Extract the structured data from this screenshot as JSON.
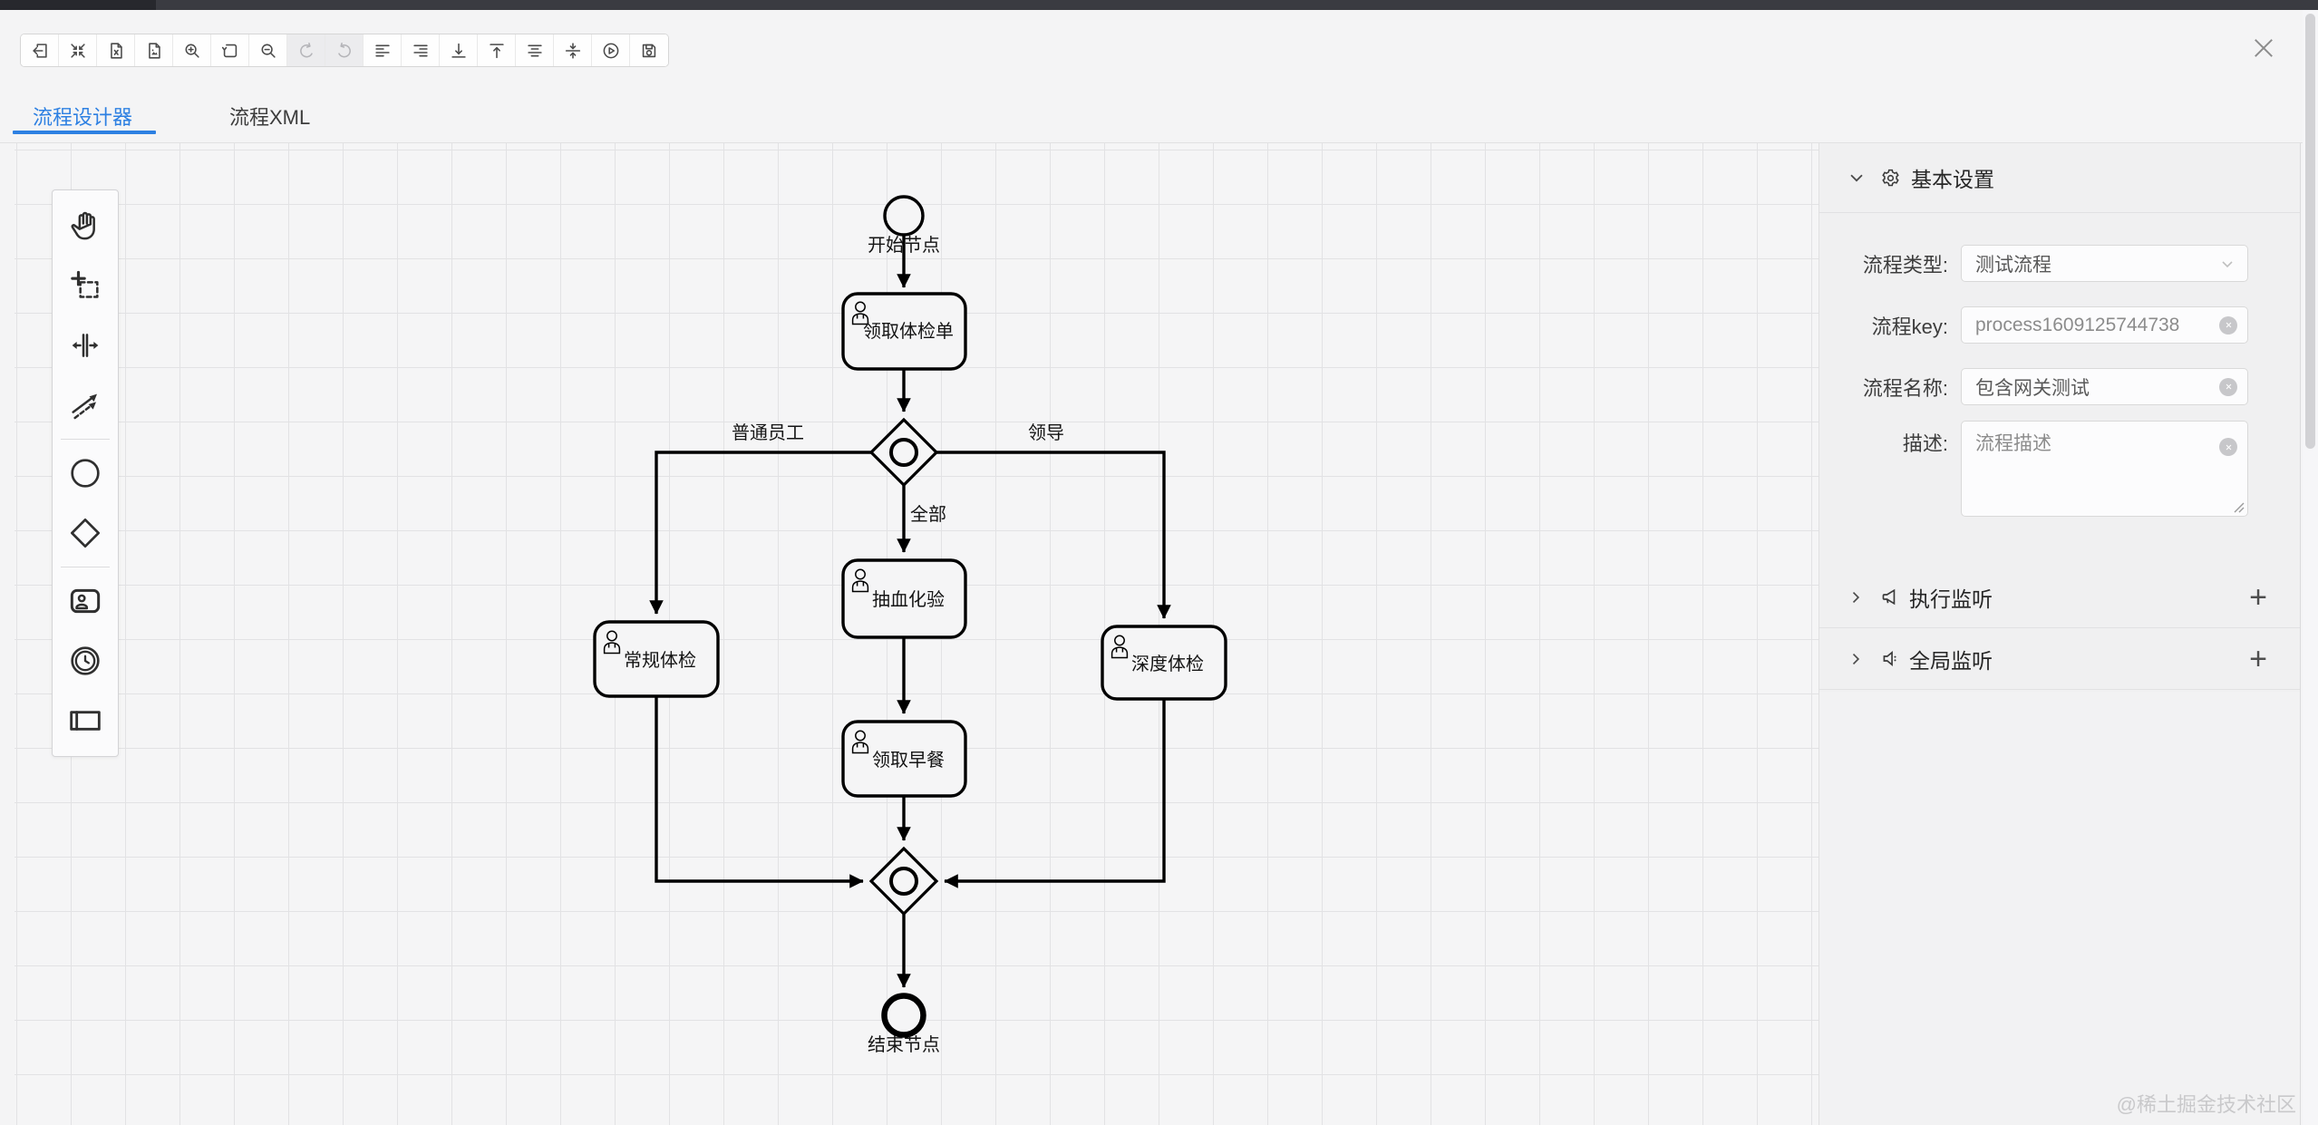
{
  "tabs": [
    {
      "label": "流程设计器",
      "active": true
    },
    {
      "label": "流程XML",
      "active": false
    }
  ],
  "toolbar": {
    "buttons": [
      "open-file",
      "fit-viewport",
      "download-xml",
      "download-image",
      "zoom-in",
      "reset-zoom",
      "zoom-out",
      "undo",
      "redo",
      "align-left",
      "align-right",
      "align-bottom",
      "align-top",
      "align-center",
      "align-middle",
      "simulate",
      "save"
    ],
    "disabled_buttons": [
      "undo",
      "redo"
    ]
  },
  "palette": {
    "tools": [
      "hand-tool",
      "lasso-tool",
      "space-tool",
      "global-connect-tool",
      "create-start-event",
      "create-gateway",
      "create-user-task",
      "create-intermediate-event",
      "create-participant"
    ]
  },
  "diagram": {
    "nodes": {
      "start": {
        "label": "开始节点",
        "type": "start-event"
      },
      "receive_form": {
        "label": "领取体检单",
        "type": "user-task"
      },
      "gateway_split": {
        "type": "inclusive-gateway"
      },
      "blood_test": {
        "label": "抽血化验",
        "type": "user-task"
      },
      "regular_checkup": {
        "label": "常规体检",
        "type": "user-task"
      },
      "deep_checkup": {
        "label": "深度体检",
        "type": "user-task"
      },
      "breakfast": {
        "label": "领取早餐",
        "type": "user-task"
      },
      "gateway_join": {
        "type": "inclusive-gateway"
      },
      "end": {
        "label": "结束节点",
        "type": "end-event"
      }
    },
    "flow_labels": {
      "employee": "普通员工",
      "leader": "领导",
      "all": "全部"
    }
  },
  "panel": {
    "basic": {
      "title": "基本设置",
      "fields": [
        {
          "label": "流程类型:",
          "value": "测试流程",
          "control": "select"
        },
        {
          "label": "流程key:",
          "value": "process1609125744738",
          "control": "input"
        },
        {
          "label": "流程名称:",
          "value": "包含网关测试",
          "control": "input"
        },
        {
          "label": "描述:",
          "value": "流程描述",
          "control": "textarea"
        }
      ]
    },
    "sections": [
      {
        "title": "执行监听",
        "icon": "megaphone-icon",
        "action": "plus"
      },
      {
        "title": "全局监听",
        "icon": "speaker-icon",
        "action": "plus"
      }
    ]
  },
  "watermark": "@稀土掘金技术社区",
  "colors": {
    "accent": "#2d80e2",
    "shape_stroke": "#000000",
    "panel_bg": "#f0f0f1"
  }
}
